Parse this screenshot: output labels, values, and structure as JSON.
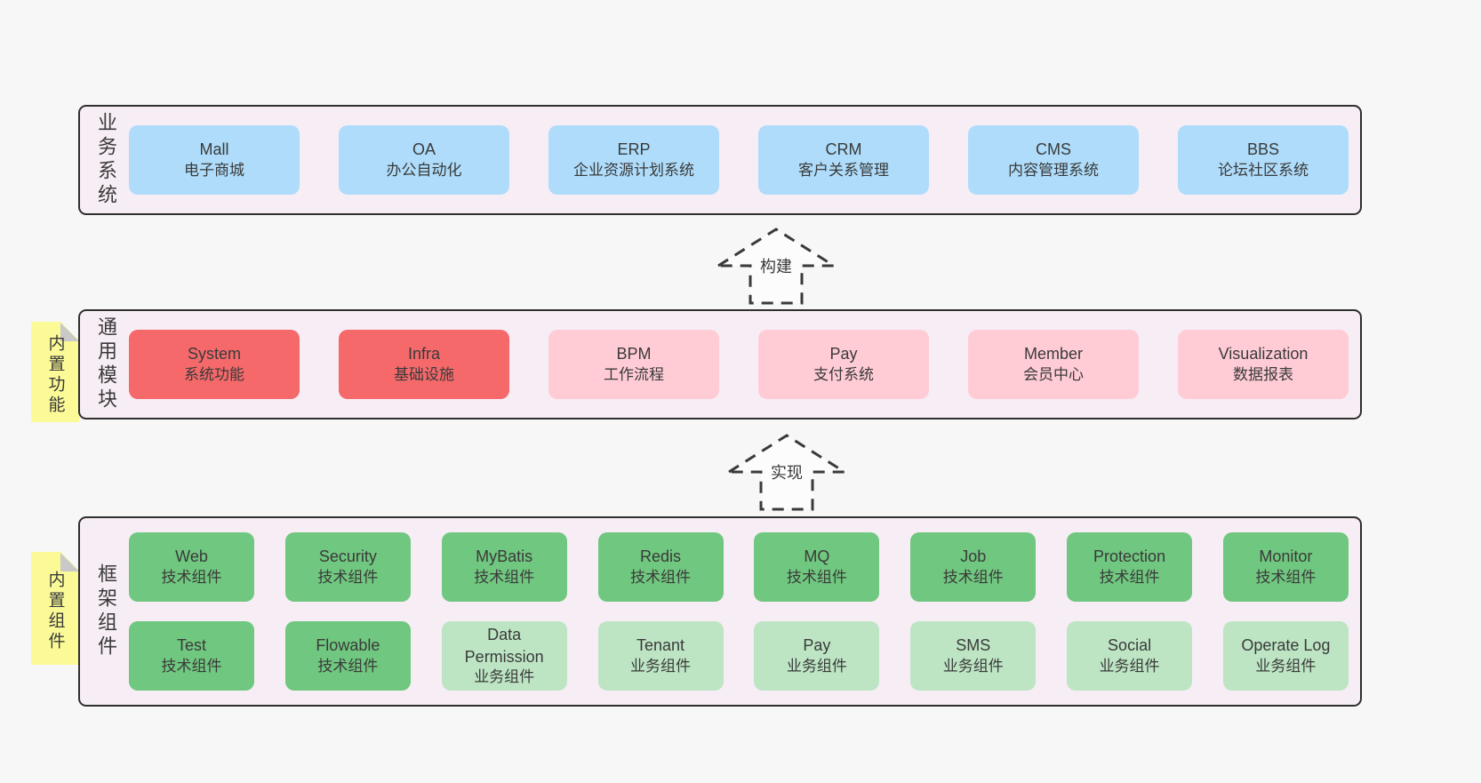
{
  "colors": {
    "page_bg": "#f7f7f7",
    "band_bg": "#f7edf5",
    "band_border": "#2f2f2f",
    "text": "#3a3a3a",
    "blue": "#aedcfa",
    "red": "#f5696b",
    "pink": "#ffccd6",
    "green": "#70c77f",
    "light_green": "#bde5c4",
    "sticky_yellow": "#fbfa97",
    "sticky_fold": "#c9c9c9",
    "arrow": "#3a3a3a"
  },
  "arrows": [
    {
      "label": "构建"
    },
    {
      "label": "实现"
    }
  ],
  "bands": [
    {
      "label": "业务系统",
      "sticky": null,
      "rows": [
        [
          {
            "en": "Mall",
            "zh": "电子商城",
            "variant": "blue"
          },
          {
            "en": "OA",
            "zh": "办公自动化",
            "variant": "blue"
          },
          {
            "en": "ERP",
            "zh": "企业资源计划系统",
            "variant": "blue"
          },
          {
            "en": "CRM",
            "zh": "客户关系管理",
            "variant": "blue"
          },
          {
            "en": "CMS",
            "zh": "内容管理系统",
            "variant": "blue"
          },
          {
            "en": "BBS",
            "zh": "论坛社区系统",
            "variant": "blue"
          }
        ]
      ]
    },
    {
      "label": "通用模块",
      "sticky": "内置功能",
      "rows": [
        [
          {
            "en": "System",
            "zh": "系统功能",
            "variant": "red"
          },
          {
            "en": "Infra",
            "zh": "基础设施",
            "variant": "red"
          },
          {
            "en": "BPM",
            "zh": "工作流程",
            "variant": "pink"
          },
          {
            "en": "Pay",
            "zh": "支付系统",
            "variant": "pink"
          },
          {
            "en": "Member",
            "zh": "会员中心",
            "variant": "pink"
          },
          {
            "en": "Visualization",
            "zh": "数据报表",
            "variant": "pink"
          }
        ]
      ]
    },
    {
      "label": "框架组件",
      "sticky": "内置组件",
      "rows": [
        [
          {
            "en": "Web",
            "zh": "技术组件",
            "variant": "green"
          },
          {
            "en": "Security",
            "zh": "技术组件",
            "variant": "green"
          },
          {
            "en": "MyBatis",
            "zh": "技术组件",
            "variant": "green"
          },
          {
            "en": "Redis",
            "zh": "技术组件",
            "variant": "green"
          },
          {
            "en": "MQ",
            "zh": "技术组件",
            "variant": "green"
          },
          {
            "en": "Job",
            "zh": "技术组件",
            "variant": "green"
          },
          {
            "en": "Protection",
            "zh": "技术组件",
            "variant": "green"
          },
          {
            "en": "Monitor",
            "zh": "技术组件",
            "variant": "green"
          }
        ],
        [
          {
            "en": "Test",
            "zh": "技术组件",
            "variant": "green"
          },
          {
            "en": "Flowable",
            "zh": "技术组件",
            "variant": "green"
          },
          {
            "en": "Data Permission",
            "zh": "业务组件",
            "variant": "light-green"
          },
          {
            "en": "Tenant",
            "zh": "业务组件",
            "variant": "light-green"
          },
          {
            "en": "Pay",
            "zh": "业务组件",
            "variant": "light-green"
          },
          {
            "en": "SMS",
            "zh": "业务组件",
            "variant": "light-green"
          },
          {
            "en": "Social",
            "zh": "业务组件",
            "variant": "light-green"
          },
          {
            "en": "Operate Log",
            "zh": "业务组件",
            "variant": "light-green"
          }
        ]
      ]
    }
  ]
}
